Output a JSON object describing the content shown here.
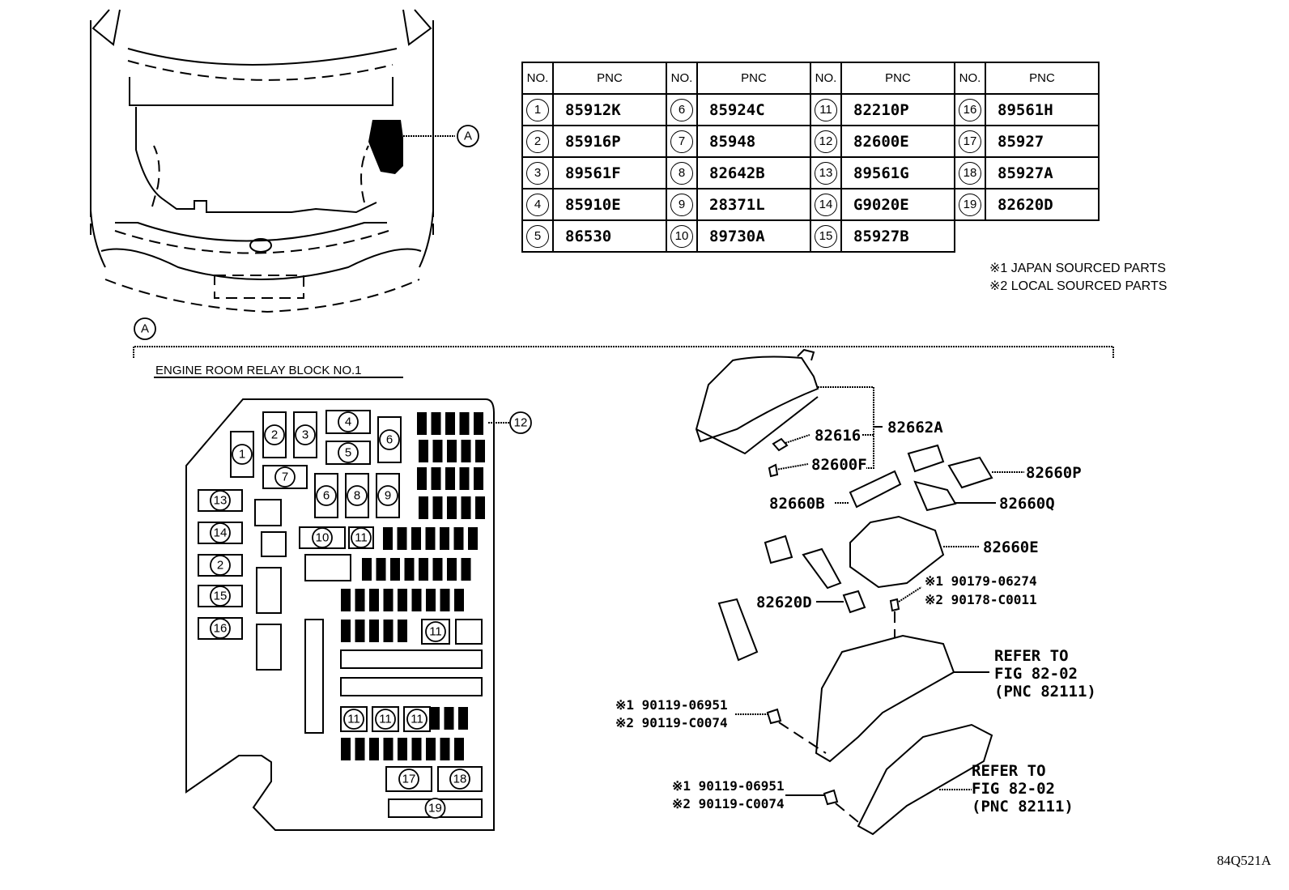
{
  "parts_table": {
    "headers": {
      "no": "NO.",
      "pnc": "PNC"
    },
    "columns": [
      [
        {
          "no": "1",
          "pnc": "85912K"
        },
        {
          "no": "2",
          "pnc": "85916P"
        },
        {
          "no": "3",
          "pnc": "89561F"
        },
        {
          "no": "4",
          "pnc": "85910E"
        },
        {
          "no": "5",
          "pnc": "86530"
        }
      ],
      [
        {
          "no": "6",
          "pnc": "85924C"
        },
        {
          "no": "7",
          "pnc": "85948"
        },
        {
          "no": "8",
          "pnc": "82642B"
        },
        {
          "no": "9",
          "pnc": "28371L"
        },
        {
          "no": "10",
          "pnc": "89730A"
        }
      ],
      [
        {
          "no": "11",
          "pnc": "82210P"
        },
        {
          "no": "12",
          "pnc": "82600E"
        },
        {
          "no": "13",
          "pnc": "89561G"
        },
        {
          "no": "14",
          "pnc": "G9020E"
        },
        {
          "no": "15",
          "pnc": "85927B"
        }
      ],
      [
        {
          "no": "16",
          "pnc": "89561H"
        },
        {
          "no": "17",
          "pnc": "85927"
        },
        {
          "no": "18",
          "pnc": "85927A"
        },
        {
          "no": "19",
          "pnc": "82620D"
        }
      ]
    ]
  },
  "notes": {
    "japan": "※1 JAPAN SOURCED PARTS",
    "local": "※2 LOCAL SOURCED PARTS"
  },
  "vehicle_view": {
    "callout": "A"
  },
  "section": {
    "callout": "A",
    "title": "ENGINE ROOM RELAY BLOCK NO.1"
  },
  "relay_block": {
    "slots": [
      "1",
      "2",
      "3",
      "4",
      "5",
      "6",
      "7",
      "6",
      "8",
      "9",
      "13",
      "14",
      "2",
      "15",
      "16",
      "10",
      "11",
      "11",
      "11",
      "11",
      "11",
      "17",
      "18",
      "19"
    ],
    "pointer_label": "12"
  },
  "exploded_view": {
    "labels": {
      "cover": "82662A",
      "clip": "82616",
      "pin": "82600F",
      "conn_p": "82660P",
      "conn_b": "82660B",
      "conn_q": "82660Q",
      "conn_e": "82660E",
      "plug": "82620D",
      "nut_1": "※1 90179-06274",
      "nut_2": "※2 90178-C0011",
      "bolt_a_1": "※1 90119-06951",
      "bolt_a_2": "※2 90119-C0074",
      "bolt_b_1": "※1 90119-06951",
      "bolt_b_2": "※2 90119-C0074",
      "refer_a": [
        "REFER TO",
        "FIG 82-02",
        "(PNC 82111)"
      ],
      "refer_b": [
        "REFER TO",
        "FIG 82-02",
        "(PNC 82111)"
      ]
    }
  },
  "figure_code": "84Q521A"
}
